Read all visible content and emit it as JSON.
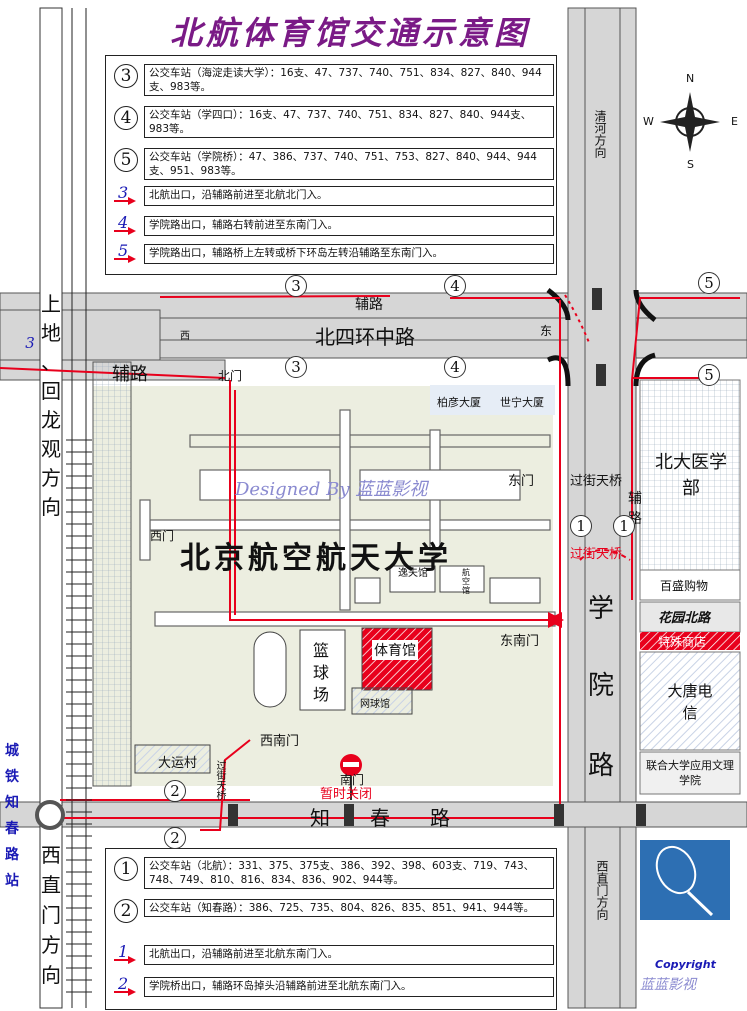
{
  "title": "北航体育馆交通示意图",
  "top_panel": {
    "rows": [
      {
        "marker": "3",
        "text": "公交车站（海淀走读大学）：16支、47、737、740、751、834、827、840、944支、983等。"
      },
      {
        "marker": "4",
        "text": "公交车站（学四口）：16支、47、737、740、751、834、827、840、944支、983等。"
      },
      {
        "marker": "5",
        "text": "公交车站（学院桥）：47、386、737、740、751、753、827、840、944、944支、951、983等。"
      }
    ],
    "routes": [
      {
        "marker": "3",
        "text": "北航出口，沿辅路前进至北航北门入。"
      },
      {
        "marker": "4",
        "text": "学院路出口，辅路右转前进至东南门入。"
      },
      {
        "marker": "5",
        "text": "学院路出口，辅路桥上左转或桥下环岛左转沿辅路至东南门入。"
      }
    ]
  },
  "bottom_panel": {
    "rows": [
      {
        "marker": "1",
        "text": "公交车站（北航）：331、375、375支、386、392、398、603支、719、743、748、749、810、816、834、836、902、944等。"
      },
      {
        "marker": "2",
        "text": "公交车站（知春路）：386、725、735、804、826、835、851、941、944等。"
      }
    ],
    "routes": [
      {
        "marker": "1",
        "text": "北航出口，沿辅路前进至北航东南门入。"
      },
      {
        "marker": "2",
        "text": "学院桥出口，辅路环岛掉头沿辅路前进至北航东南门入。"
      }
    ]
  },
  "roads": {
    "main": "北四环中路",
    "fulu_top": "辅路",
    "fulu_left": "辅路",
    "xi": "西",
    "dong": "东",
    "xueyuan": [
      "学",
      "院",
      "路"
    ],
    "zhichun": [
      "知",
      "春",
      "路"
    ],
    "qinghe": "清河方向",
    "xizhimen_right": "西直门方向",
    "fu_right": [
      "辅",
      "路"
    ],
    "guojie_small": "过街天桥"
  },
  "left_labels": {
    "shangdi": [
      "上",
      "地",
      "、",
      "回",
      "龙",
      "观",
      "方",
      "向"
    ],
    "xizhimen": [
      "西",
      "直",
      "门",
      "方",
      "向"
    ],
    "station": [
      "城",
      "铁",
      "知",
      "春",
      "路",
      "站"
    ]
  },
  "campus": {
    "name": "北京航空航天大学",
    "designed": "Designed By 蓝蓝影视",
    "gates": {
      "bei": "北门",
      "xi": "西门",
      "dong": "东门",
      "dongnan": "东南门",
      "xinan": "西南门",
      "nan": "南门"
    },
    "buildings": {
      "yifu": "逸夫馆",
      "hangkong": "航空馆",
      "lanqiu": "篮球场",
      "tiyuguan": "体育馆",
      "wangqiu": "网球馆",
      "dayuncun": "大运村"
    },
    "temp_closed": "暂时关闭"
  },
  "east_labels": {
    "boyan": "柏彦大厦",
    "shining": "世宁大厦",
    "beida": "北大医学部",
    "baisheng": "百盛购物",
    "huayuan": "花园北路",
    "sizhong": "特殊商店",
    "datang": "大唐电信",
    "lianhe": "联合大学应用文理学院",
    "guojie1": "过街天桥",
    "guojie2": "过街天桥"
  },
  "compass": {
    "n": "N",
    "s": "S",
    "w": "W",
    "e": "E"
  },
  "copyright": {
    "line1": "Copyright",
    "line2": "蓝蓝影视"
  },
  "markers_on_map": [
    "1",
    "1",
    "2",
    "2",
    "3",
    "3",
    "3",
    "4",
    "4",
    "5",
    "5"
  ],
  "colors": {
    "road": "#d9d9d9",
    "route": "#e8001c",
    "title": "#7a1a86",
    "campus": "#eceee0",
    "blue": "#1a1ab5"
  }
}
